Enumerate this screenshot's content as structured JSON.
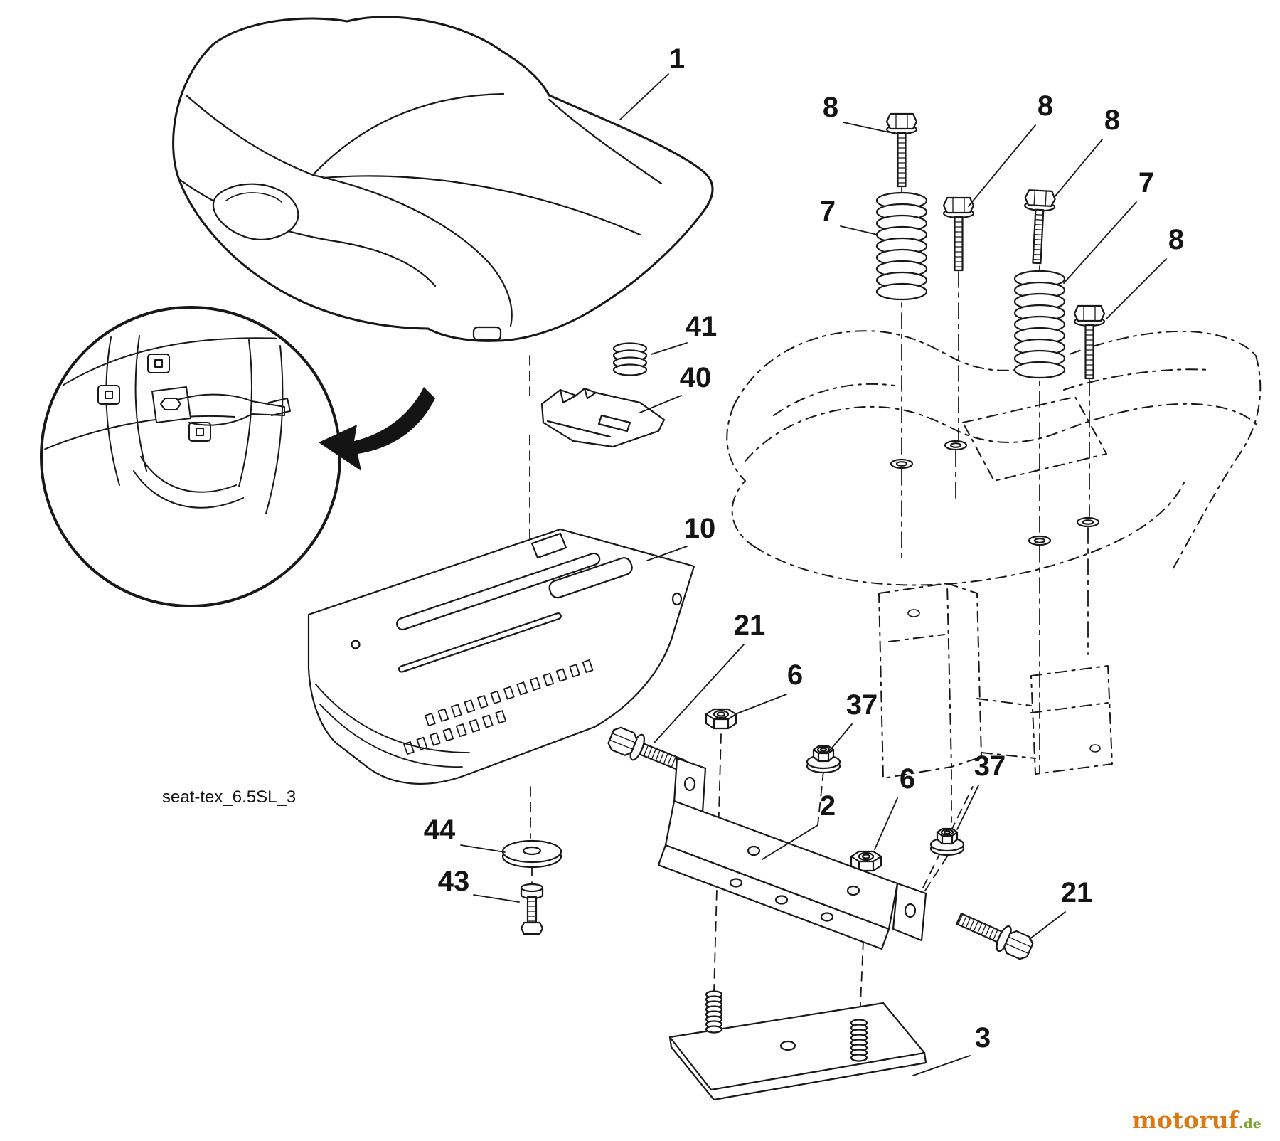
{
  "doc": {
    "caption": "seat-tex_6.5SL_3"
  },
  "callouts": [
    {
      "part": "seat",
      "label": "1"
    },
    {
      "part": "mounting-bolt-front",
      "label": "8"
    },
    {
      "part": "seat-spring-front",
      "label": "7"
    },
    {
      "part": "mounting-bolt-center",
      "label": "8"
    },
    {
      "part": "mounting-bolt-rear",
      "label": "8"
    },
    {
      "part": "seat-spring-rear",
      "label": "7"
    },
    {
      "part": "mounting-bolt-far",
      "label": "8"
    },
    {
      "part": "compression-spring",
      "label": "41"
    },
    {
      "part": "retainer-clip",
      "label": "40"
    },
    {
      "part": "seat-pan",
      "label": "10"
    },
    {
      "part": "shoulder-bolt-left",
      "label": "21"
    },
    {
      "part": "lock-nut-upper",
      "label": "6"
    },
    {
      "part": "flange-nut-upper",
      "label": "37"
    },
    {
      "part": "seat-bracket",
      "label": "2"
    },
    {
      "part": "lock-nut-lower",
      "label": "6"
    },
    {
      "part": "flange-nut-lower",
      "label": "37"
    },
    {
      "part": "shoulder-bolt-right",
      "label": "21"
    },
    {
      "part": "washer",
      "label": "44"
    },
    {
      "part": "adjustment-bolt",
      "label": "43"
    },
    {
      "part": "mounting-plate",
      "label": "3"
    }
  ],
  "watermark": {
    "brand": "motoruf",
    "tld": ".de",
    "brand_color": "#D97A14",
    "tld_color": "#7BA42C"
  }
}
